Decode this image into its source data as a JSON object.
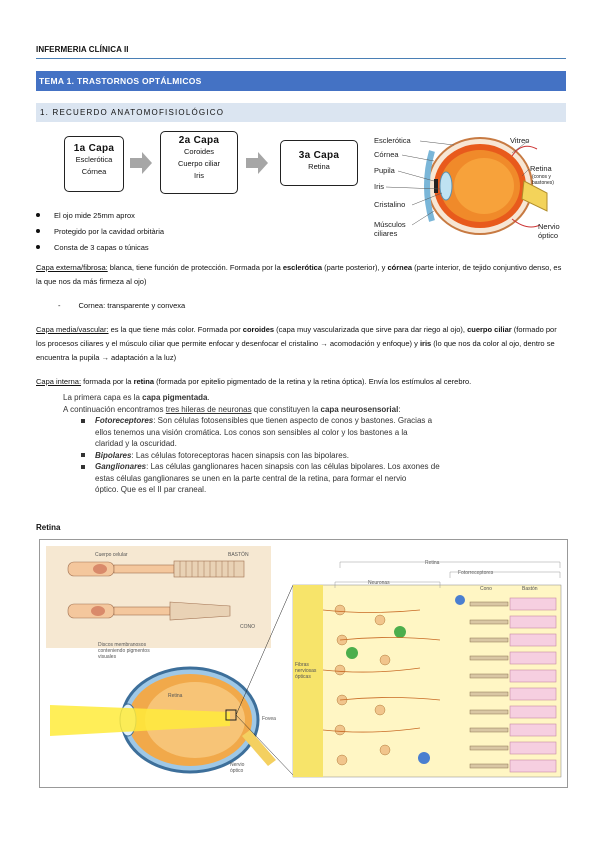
{
  "header": {
    "title": "INFERMERIA CLÍNICA II"
  },
  "topic": {
    "title": "TEMA 1. TRASTORNOS OPTÁLMICOS"
  },
  "section": {
    "title": "1.  RECUERDO ANATOMOFISIOLÓGICO"
  },
  "layers": [
    {
      "title": "1a Capa",
      "lines": [
        "Esclerótica",
        "Córnea"
      ]
    },
    {
      "title": "2a Capa",
      "lines": [
        "Coroides",
        "Cuerpo ciliar",
        "Iris"
      ]
    },
    {
      "title": "3a Capa",
      "lines": [
        "Retina"
      ]
    }
  ],
  "eye_labels": {
    "left": [
      "Esclerótica",
      "Córnea",
      "Pupila",
      "Iris",
      "Cristalino",
      "Músculos",
      "ciliares"
    ],
    "right": [
      "Vitreo",
      "Retina",
      "(conos y",
      "bastones)",
      "Nervio",
      "óptico"
    ]
  },
  "bullets": [
    "El ojo mide 25mm aprox",
    "Protegido por la cavidad orbitària",
    "Consta de 3 capas o túnicas"
  ],
  "capa_externa": {
    "label": "Capa externa/fibrosa:",
    "t1": " blanca, tiene función de protección. Formada por la ",
    "b1": "esclerótica",
    "t2": " (parte posterior), y ",
    "b2": "córnea",
    "t3": " (parte interior, de tejido conjuntivo denso, es la que nos da más firmeza al ojo)",
    "sub": "Cornea: transparente y convexa"
  },
  "capa_media": {
    "label": "Capa media/vascular:",
    "t1": "  es la que tiene más color. Formada por ",
    "b1": "coroides",
    "t2": " (capa muy vascularizada que sirve para dar riego al ojo), ",
    "b2": "cuerpo ciliar",
    "t3": "  (formado por los procesos ciliares y el músculo ciliar que permite enfocar y desenfocar el cristalino → acomodación y enfoque) y ",
    "b3": "iris",
    "t4": " (lo que nos da color al ojo, dentro se encuentra la pupila → adaptación a la luz)"
  },
  "capa_interna": {
    "label": "Capa interna:",
    "t1": " formada por la ",
    "b1": "retina",
    "t2": " (formada por epitelio pigmentado de la retina y la retina óptica). Envía los estímulos al cerebro."
  },
  "insert": {
    "l1a": "La primera capa es la ",
    "l1b": "capa pigmentada",
    "l1c": ".",
    "l2a": "A continuación encontramos ",
    "l2b": "tres hileras de neuronas",
    "l2c": " que constituyen la ",
    "l2d": "capa neurosensorial",
    "l2e": ":",
    "items": [
      {
        "name": "Fotoreceptores",
        "lines": [
          ": Son células fotosensibles que tienen aspecto de conos y bastones. Gracias a",
          "ellos tenemos una visión cromática. Los conos son sensibles al color y los bastones a la",
          "claridad y la oscuridad."
        ]
      },
      {
        "name": "Bipolares",
        "lines": [
          ": Las células fotoreceptoras hacen sinapsis con las bipolares."
        ]
      },
      {
        "name": "Ganglionares",
        "lines": [
          ": Las células ganglionares hacen sinapsis con las células bipolares. Los axones de",
          "estas células ganglionares se unen en la parte central de la retina, para formar el nervio",
          "óptico. Que es el II par craneal."
        ]
      }
    ]
  },
  "retina_heading": "Retina",
  "figure_labels": {
    "cuerpo_celular": "Cuerpo celular",
    "baston": "BASTÓN",
    "cono": "CONO",
    "discos": [
      "Discos membranosos",
      "conteniendo pigmentos",
      "visuales"
    ],
    "retina": "Retina",
    "fotoreceptores": "Fotorreceptores",
    "neuronas": "Neuronas",
    "cono2": "Cono",
    "baston2": "Bastón",
    "fibras": [
      "Fibras",
      "nerviosas",
      "ópticas"
    ],
    "retina_eye": "Retina",
    "fovea": "Fovea",
    "nervio": [
      "Nervio",
      "óptico"
    ]
  },
  "colors": {
    "topic_bar": "#4472c4",
    "section_bar": "#dbe5f1",
    "eye_iris": "#f19a2a"
  }
}
